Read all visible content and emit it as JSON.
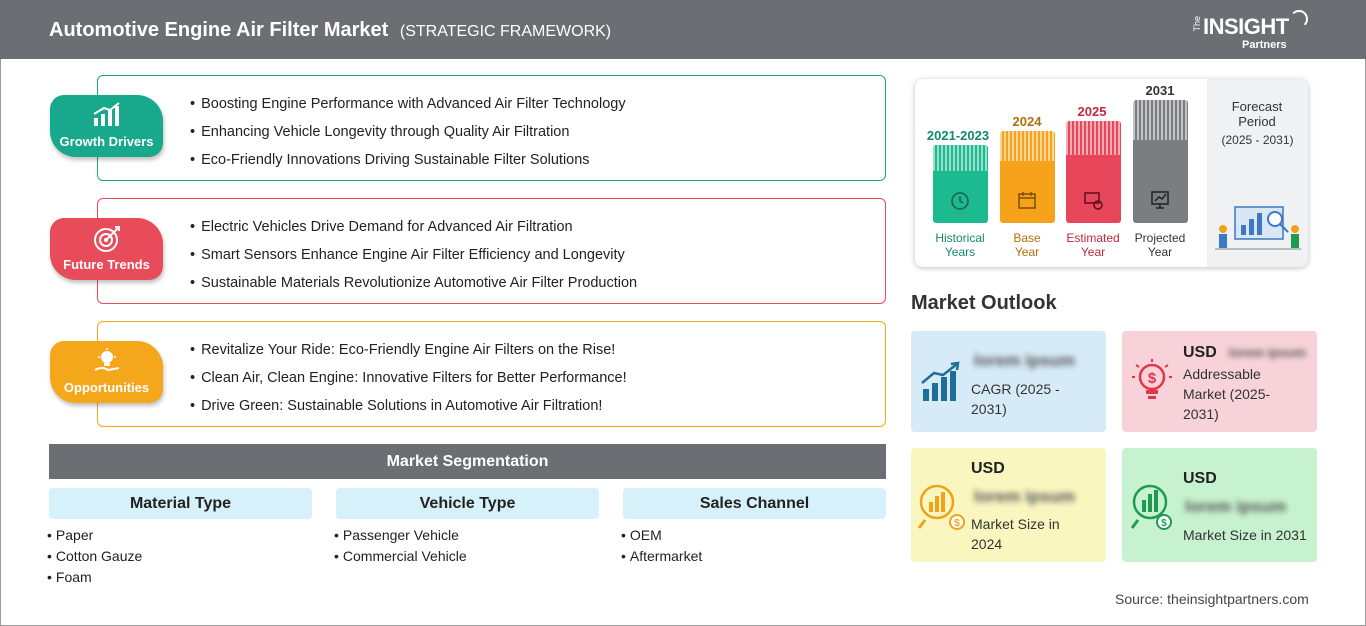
{
  "header": {
    "title": "Automotive Engine Air Filter Market",
    "subtitle": "(STRATEGIC FRAMEWORK)",
    "logo_the": "The",
    "logo_main": "INSIGHT",
    "logo_sub": "Partners"
  },
  "sections": [
    {
      "badge": "Growth Drivers",
      "color": "#18a88c",
      "items": [
        "Boosting Engine Performance with Advanced Air Filter Technology",
        "Enhancing Vehicle Longevity through Quality Air Filtration",
        "Eco-Friendly Innovations Driving Sustainable Filter Solutions"
      ]
    },
    {
      "badge": "Future Trends",
      "color": "#e84c5a",
      "items": [
        "Electric Vehicles Drive Demand for Advanced Air Filtration",
        "Smart Sensors Enhance Engine Air Filter Efficiency and Longevity",
        "Sustainable Materials Revolutionize Automotive Air Filter Production"
      ]
    },
    {
      "badge": "Opportunities",
      "color": "#f5a71b",
      "items": [
        "Revitalize Your Ride: Eco-Friendly Engine Air Filters on the Rise!",
        "Clean Air, Clean Engine: Innovative Filters for Better Performance!",
        "Drive Green: Sustainable Solutions in Automotive Air Filtration!"
      ]
    }
  ],
  "segmentation": {
    "title": "Market Segmentation",
    "columns": [
      {
        "heading": "Material Type",
        "items": [
          "Paper",
          "Cotton Gauze",
          "Foam"
        ]
      },
      {
        "heading": "Vehicle Type",
        "items": [
          "Passenger Vehicle",
          "Commercial Vehicle"
        ]
      },
      {
        "heading": "Sales Channel",
        "items": [
          "OEM",
          "Aftermarket"
        ]
      }
    ]
  },
  "timeline": {
    "bars": [
      {
        "year": "2021-2023",
        "caption_1": "Historical",
        "caption_2": "Years",
        "color": "#1db98f",
        "year_color": "#128a6b",
        "caption_color": "#128a6b"
      },
      {
        "year": "2024",
        "caption_1": "Base",
        "caption_2": "Year",
        "color": "#f6a21b",
        "year_color": "#b06f0c",
        "caption_color": "#b06f0c"
      },
      {
        "year": "2025",
        "caption_1": "Estimated",
        "caption_2": "Year",
        "color": "#e8465a",
        "year_color": "#c2283b",
        "caption_color": "#c2283b"
      },
      {
        "year": "2031",
        "caption_1": "Projected",
        "caption_2": "Year",
        "color": "#7b7d80",
        "year_color": "#333333",
        "caption_color": "#333333"
      }
    ],
    "forecast_label": "Forecast Period",
    "forecast_range": "(2025 - 2031)"
  },
  "outlook": {
    "title": "Market Outlook",
    "cards": [
      {
        "blurred": "lorem ipsum",
        "label": "CAGR (2025 - 2031)",
        "color": "#d6ebf7",
        "icon_color": "#1f6d9b"
      },
      {
        "usd": "USD",
        "blurred": "lorem ipsum",
        "label": "Addressable Market (2025- 2031)",
        "color": "#f7d3d9",
        "icon_color": "#e0364a"
      },
      {
        "usd": "USD",
        "blurred": "lorem ipsum",
        "label": "Market Size in 2024",
        "color": "#faf6c0",
        "icon_color": "#f0a21a"
      },
      {
        "usd": "USD",
        "blurred": "lorem ipsum",
        "label": "Market Size in 2031",
        "color": "#c6f2cf",
        "icon_color": "#1f9a52"
      }
    ]
  },
  "source": "Source: theinsightpartners.com"
}
